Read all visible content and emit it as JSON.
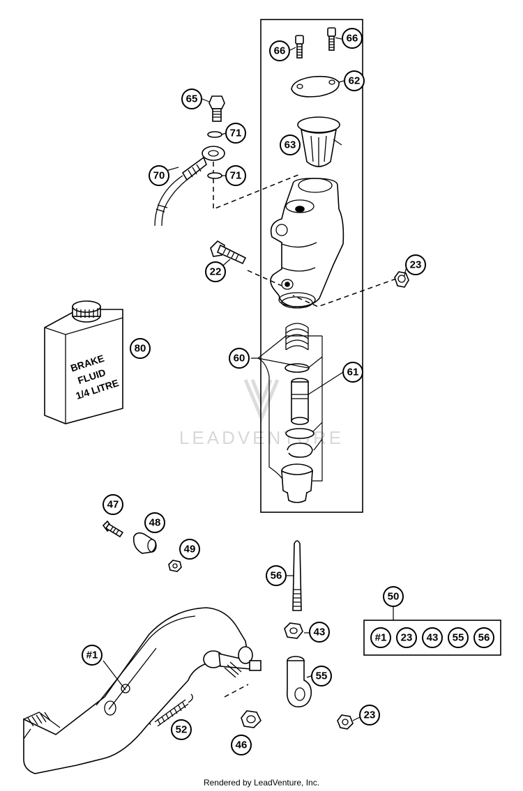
{
  "container_label": "BRAKE\nFLUID\n1/4 LITRE",
  "watermark": "LEADVENTURE",
  "footer": "Rendered by LeadVenture, Inc.",
  "callouts": {
    "c66a": "66",
    "c66b": "66",
    "c62": "62",
    "c65": "65",
    "c71a": "71",
    "c63": "63",
    "c70": "70",
    "c71b": "71",
    "c22": "22",
    "c23a": "23",
    "c80": "80",
    "c60": "60",
    "c61": "61",
    "c47": "47",
    "c48": "48",
    "c49": "49",
    "c56": "56",
    "c50": "50",
    "c43": "43",
    "c1": "#1",
    "c55": "55",
    "c52": "52",
    "c23b": "23",
    "c46": "46"
  },
  "kit_contents": [
    "#1",
    "23",
    "43",
    "55",
    "56"
  ]
}
